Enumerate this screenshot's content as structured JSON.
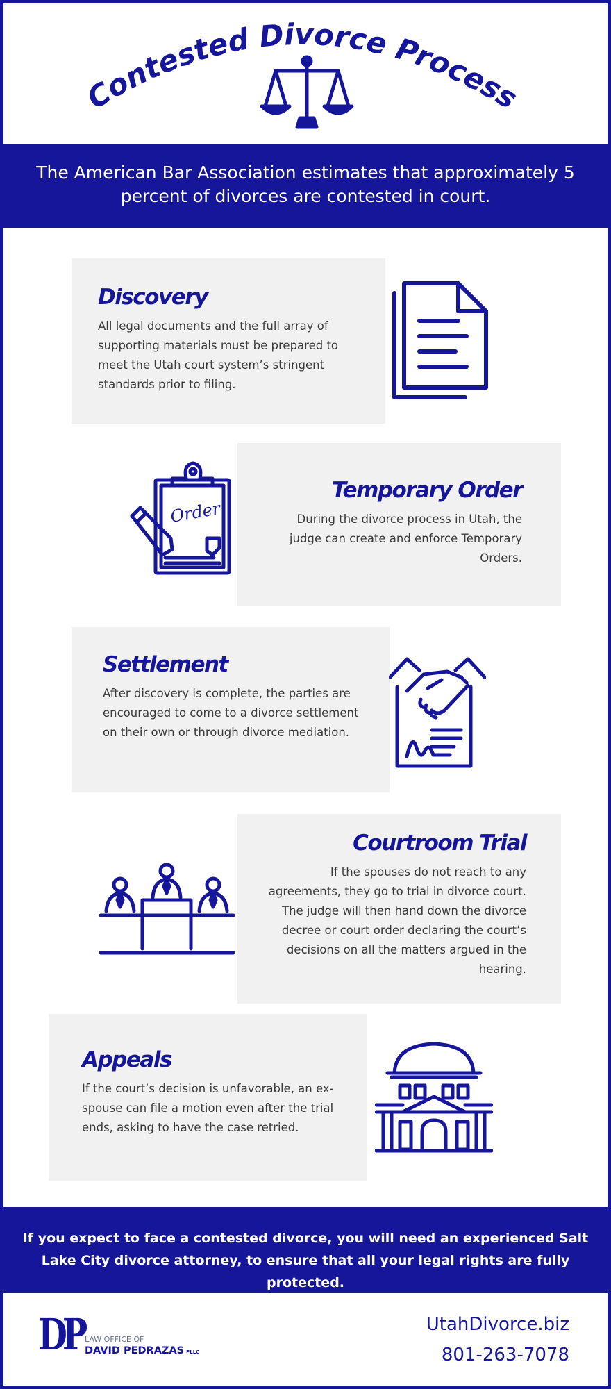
{
  "header": {
    "title": "Contested Divorce Process",
    "icon": "scales-of-justice-icon"
  },
  "intro": {
    "text": "The American Bar Association estimates that approximately 5 percent of divorces are contested in court."
  },
  "steps": [
    {
      "title": "Discovery",
      "body": "All legal documents and the full array of supporting materials must be prepared to meet the Utah court system’s stringent standards prior to filing.",
      "icon": "documents-icon"
    },
    {
      "title": "Temporary Order",
      "body": "During the divorce process in Utah, the judge can create and enforce Temporary Orders.",
      "icon": "clipboard-order-icon",
      "icon_text": "Order!"
    },
    {
      "title": "Settlement",
      "body": "After discovery is complete, the parties are encouraged to come to a divorce settlement on their own or through divorce mediation.",
      "icon": "handshake-contract-icon"
    },
    {
      "title": "Courtroom Trial",
      "body": "If the spouses do not reach to any agreements, they go to trial in divorce court. The judge will then hand down the divorce decree or court order declaring the court’s decisions on all the matters argued in the hearing.",
      "icon": "courtroom-icon"
    },
    {
      "title": "Appeals",
      "body": "If the court’s decision is unfavorable, an ex-spouse can file a motion even after the trial ends, asking to have the case retried.",
      "icon": "courthouse-icon"
    }
  ],
  "closing": {
    "text": "If you expect to face a contested divorce, you will need an experienced Salt Lake City divorce attorney, to ensure that all your legal rights are fully protected."
  },
  "footer": {
    "logo_mark": "DP",
    "logo_small": "LAW OFFICE OF",
    "logo_name": "DAVID PEDRAZAS",
    "logo_suffix": "PLLC",
    "website": "UtahDivorce.biz",
    "phone": "801-263-7078"
  },
  "colors": {
    "navy": "#16169a",
    "card": "#f1f1f1",
    "body_text": "#3a3a3a",
    "white": "#ffffff"
  }
}
